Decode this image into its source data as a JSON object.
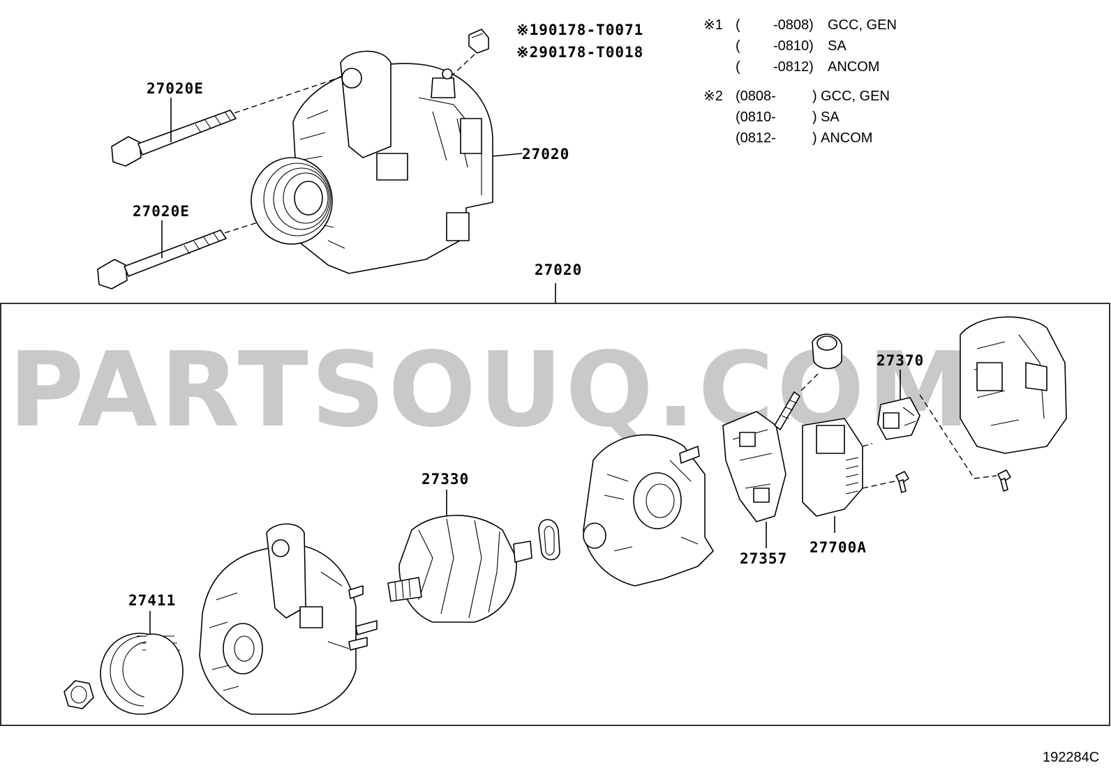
{
  "watermark": "PARTSOUQ.COM",
  "diagram_id": "192284C",
  "notes": {
    "note1": {
      "marker": "※1",
      "lines": [
        {
          "paren": "(",
          "range": "-0808)",
          "text": "GCC, GEN"
        },
        {
          "paren": "(",
          "range": "-0810)",
          "text": "SA"
        },
        {
          "paren": "(",
          "range": "-0812)",
          "text": "ANCOM"
        }
      ]
    },
    "note2": {
      "marker": "※2",
      "lines": [
        {
          "paren": "(0808-",
          "range": ")",
          "text": "GCC, GEN"
        },
        {
          "paren": "(0810-",
          "range": ")",
          "text": "SA"
        },
        {
          "paren": "(0812-",
          "range": ")",
          "text": "ANCOM"
        }
      ]
    }
  },
  "callouts": {
    "cap_note1": "※190178-T0071",
    "cap_note2": "※290178-T0018",
    "bolt_upper": "27020E",
    "bolt_lower": "27020E",
    "alternator_assembly": "27020",
    "assembly_group": "27020",
    "pulley": "27411",
    "rotor": "27330",
    "rectifier": "27357",
    "regulator": "27700A",
    "brush_holder": "27370"
  }
}
